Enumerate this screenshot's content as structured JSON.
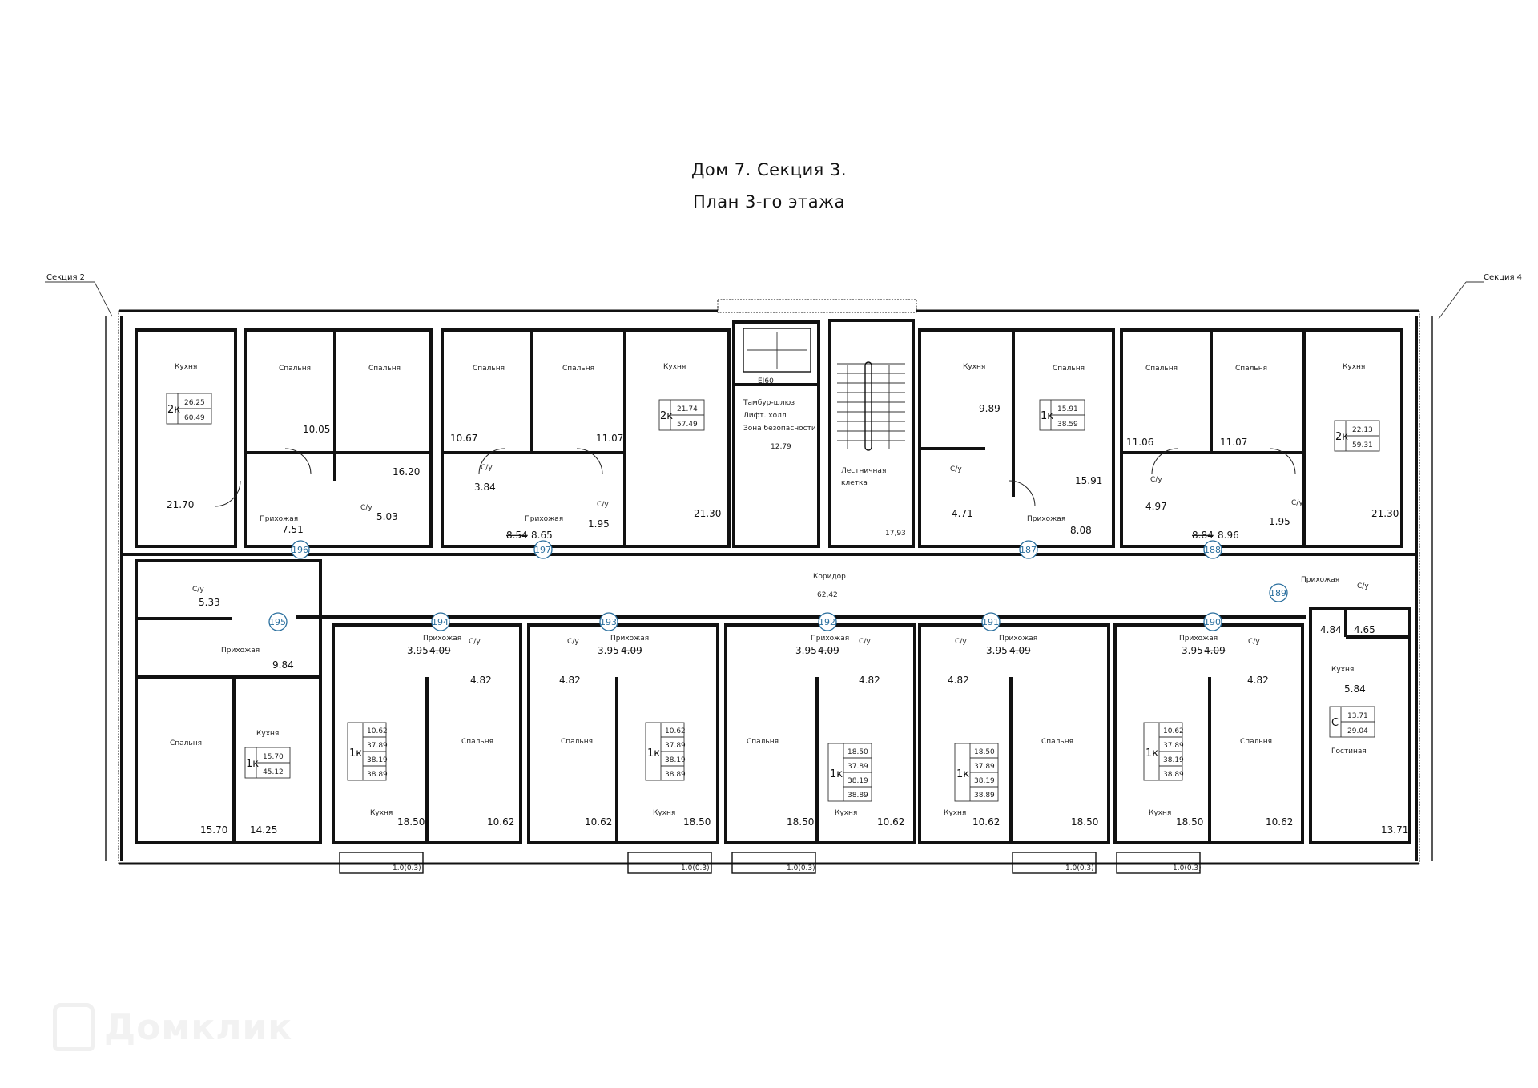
{
  "header": {
    "title_line1": "Дом 7. Секция 3.",
    "title_line2": "План 3-го этажа"
  },
  "section_labels": {
    "left": "Секция 2",
    "right": "Секция 4"
  },
  "common_areas": {
    "corridor": {
      "label": "Коридор",
      "area": "62,42"
    },
    "lift_hall": {
      "label_lines": [
        "Тамбур-шлюз",
        "Лифт. холл",
        "Зона безопасности"
      ],
      "area": "12,79",
      "door_rating": "EI60"
    },
    "stairwell": {
      "label_lines": [
        "Лестничная",
        "клетка"
      ],
      "area": "17,93"
    }
  },
  "balcony_label": "1.0(0.3)",
  "apartments": [
    {
      "number": "196",
      "type": "2к",
      "tag_values": [
        "26.25",
        "60.49"
      ],
      "rooms": [
        {
          "name": "Кухня",
          "area": "21.70"
        },
        {
          "name": "Спальня",
          "area": "10.05"
        },
        {
          "name": "Спальня",
          "area": "16.20"
        },
        {
          "name": "Прихожая",
          "area": "7.51"
        },
        {
          "name": "С/у",
          "area": "5.03"
        }
      ]
    },
    {
      "number": "197",
      "type": "2к",
      "tag_values": [
        "21.74",
        "57.49"
      ],
      "rooms": [
        {
          "name": "Спальня",
          "area": "10.67"
        },
        {
          "name": "Спальня",
          "area": "11.07"
        },
        {
          "name": "Кухня",
          "area": "21.30"
        },
        {
          "name": "С/у",
          "area": "3.84"
        },
        {
          "name": "С/у",
          "area": "1.95"
        },
        {
          "name": "Прихожая",
          "area": "8.65",
          "old_area": "8.54"
        }
      ]
    },
    {
      "number": "187",
      "type": "1к",
      "tag_values": [
        "15.91",
        "38.59"
      ],
      "rooms": [
        {
          "name": "Кухня",
          "area": "9.89"
        },
        {
          "name": "Спальня",
          "area": "15.91"
        },
        {
          "name": "С/у",
          "area": "4.71"
        },
        {
          "name": "Прихожая",
          "area": "8.08"
        }
      ]
    },
    {
      "number": "188",
      "type": "2к",
      "tag_values": [
        "22.13",
        "59.31"
      ],
      "rooms": [
        {
          "name": "Спальня",
          "area": "11.06"
        },
        {
          "name": "Спальня",
          "area": "11.07"
        },
        {
          "name": "Кухня",
          "area": "21.30"
        },
        {
          "name": "С/у",
          "area": "4.97"
        },
        {
          "name": "С/у",
          "area": "1.95"
        },
        {
          "name": "Прихожая",
          "area": "8.96",
          "old_area": "8.84"
        }
      ]
    },
    {
      "number": "195",
      "type": "1к",
      "tag_values": [
        "15.70",
        "45.12"
      ],
      "rooms": [
        {
          "name": "С/у",
          "area": "5.33"
        },
        {
          "name": "Прихожая",
          "area": "9.84"
        },
        {
          "name": "Спальня",
          "area": "15.70"
        },
        {
          "name": "Кухня",
          "area": "14.25"
        }
      ]
    },
    {
      "number": "194",
      "type": "1к",
      "tag_values": [
        "10.62",
        "37.89",
        "38.19",
        "38.89"
      ],
      "rooms": [
        {
          "name": "Прихожая",
          "area": "3.95",
          "old_area": "4.09"
        },
        {
          "name": "С/у",
          "area": "4.82"
        },
        {
          "name": "Кухня",
          "area": "18.50"
        },
        {
          "name": "Спальня",
          "area": "10.62"
        }
      ]
    },
    {
      "number": "193",
      "type": "1к",
      "tag_values": [
        "10.62",
        "37.89",
        "38.19",
        "38.89"
      ],
      "rooms": [
        {
          "name": "Прихожая",
          "area": "3.95",
          "old_area": "4.09"
        },
        {
          "name": "С/у",
          "area": "4.82"
        },
        {
          "name": "Спальня",
          "area": "10.62"
        },
        {
          "name": "Кухня",
          "area": "18.50"
        }
      ]
    },
    {
      "number": "192",
      "type": "1к",
      "tag_values": [
        "18.50",
        "37.89",
        "38.19",
        "38.89"
      ],
      "rooms": [
        {
          "name": "Прихожая",
          "area": "3.95",
          "old_area": "4.09"
        },
        {
          "name": "С/у",
          "area": "4.82"
        },
        {
          "name": "Спальня",
          "area": "18.50"
        },
        {
          "name": "Кухня",
          "area": "10.62"
        }
      ]
    },
    {
      "number": "191",
      "type": "1к",
      "tag_values": [
        "18.50",
        "37.89",
        "38.19",
        "38.89"
      ],
      "rooms": [
        {
          "name": "Прихожая",
          "area": "3.95",
          "old_area": "4.09"
        },
        {
          "name": "С/у",
          "area": "4.82"
        },
        {
          "name": "Кухня",
          "area": "10.62"
        },
        {
          "name": "Спальня",
          "area": "18.50"
        }
      ]
    },
    {
      "number": "190",
      "type": "1к",
      "tag_values": [
        "10.62",
        "37.89",
        "38.19",
        "38.89"
      ],
      "rooms": [
        {
          "name": "Прихожая",
          "area": "3.95",
          "old_area": "4.09"
        },
        {
          "name": "С/у",
          "area": "4.82"
        },
        {
          "name": "Кухня",
          "area": "18.50"
        },
        {
          "name": "Спальня",
          "area": "10.62"
        }
      ]
    },
    {
      "number": "189",
      "type": "С",
      "tag_values": [
        "13.71",
        "29.04"
      ],
      "rooms": [
        {
          "name": "Прихожая",
          "area": "4.84"
        },
        {
          "name": "С/у",
          "area": "4.65"
        },
        {
          "name": "Кухня",
          "area": "5.84"
        },
        {
          "name": "Гостиная",
          "area": "13.71"
        }
      ]
    }
  ],
  "watermark": "Домклик"
}
